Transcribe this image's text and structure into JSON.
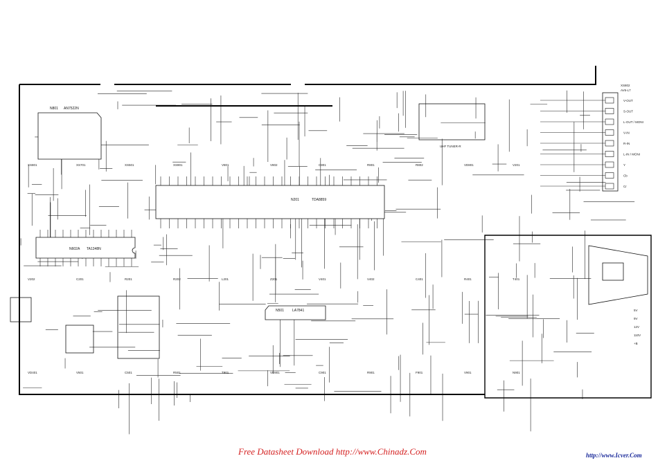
{
  "schematic": {
    "ics": [
      {
        "ref": "N201",
        "part": "TDA8859"
      },
      {
        "ref": "N602A",
        "part": "TA1348N"
      },
      {
        "ref": "N501",
        "part": "LA7841"
      },
      {
        "ref": "N801",
        "part": "AN7522N"
      }
    ],
    "connector": {
      "ref": "XS802",
      "type": "AV6-L7",
      "pins": [
        "V-OUT",
        "S-OUT",
        "L-OUT / MONI",
        "V-IN",
        "R-IN",
        "L-IN / MONI",
        "Y",
        "Cb",
        "Cr"
      ]
    },
    "tuner_label": "UHF TUNER-R",
    "component_labels": [
      "XS801",
      "XS701",
      "XS501",
      "XS901",
      "V801",
      "V802",
      "C801",
      "R801",
      "R802",
      "VD801",
      "V201",
      "V202",
      "C201",
      "R201",
      "R202",
      "L201",
      "Z201",
      "V401",
      "V402",
      "C401",
      "R401",
      "T401",
      "VD401",
      "V501",
      "C501",
      "R501",
      "T901",
      "VD901",
      "C901",
      "R901",
      "F901",
      "V901",
      "N901"
    ],
    "power_labels": [
      "5V",
      "9V",
      "12V",
      "110V",
      "+B"
    ]
  },
  "footer": {
    "left_text": "Free Datasheet Download http://www.Chinadz.Com",
    "right_text": "http://www.Icver.Com"
  },
  "colors": {
    "line": "#111111",
    "footer_red": "#d42020",
    "footer_blue": "#1a2a9a"
  }
}
